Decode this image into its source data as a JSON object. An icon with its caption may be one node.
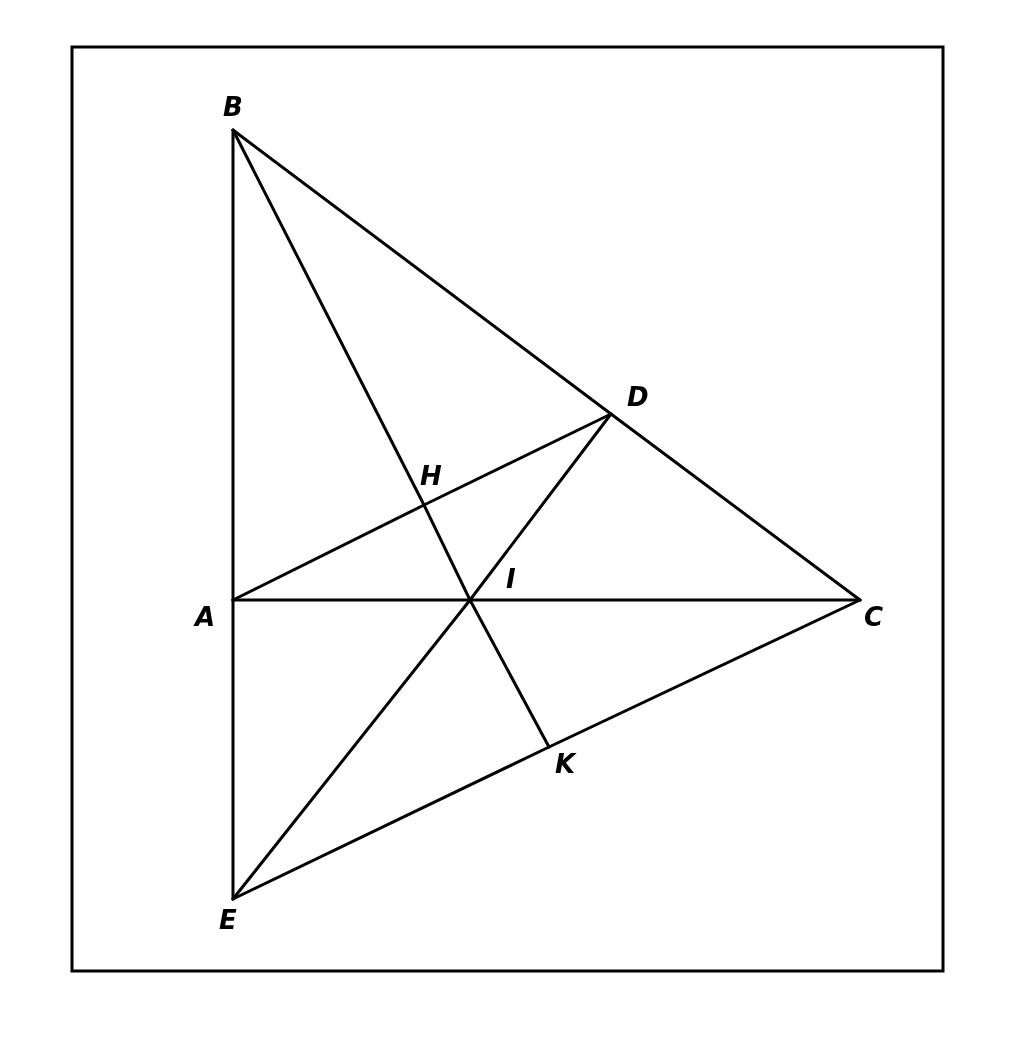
{
  "diagram": {
    "nodes": [
      {
        "text": [
          "B"
        ]
      },
      {
        "text": [
          "D"
        ]
      },
      {
        "text": [
          "H"
        ]
      },
      {
        "text": [
          "I"
        ]
      },
      {
        "text": [
          "A"
        ]
      },
      {
        "text": [
          "C"
        ]
      },
      {
        "text": [
          "K"
        ]
      },
      {
        "text": [
          "E"
        ]
      }
    ],
    "edges": [
      {
        "from": 0,
        "to": 4,
        "arrow": "none"
      },
      {
        "from": 4,
        "to": 7,
        "arrow": "none"
      },
      {
        "from": 0,
        "to": 1,
        "arrow": "none"
      },
      {
        "from": 1,
        "to": 5,
        "arrow": "none"
      },
      {
        "from": 0,
        "to": 2,
        "arrow": "none"
      },
      {
        "from": 2,
        "to": 3,
        "arrow": "none"
      },
      {
        "from": 3,
        "to": 6,
        "arrow": "none"
      },
      {
        "from": 4,
        "to": 2,
        "arrow": "none"
      },
      {
        "from": 2,
        "to": 1,
        "arrow": "none"
      },
      {
        "from": 4,
        "to": 3,
        "arrow": "none"
      },
      {
        "from": 3,
        "to": 5,
        "arrow": "none"
      },
      {
        "from": 1,
        "to": 3,
        "arrow": "none"
      },
      {
        "from": 3,
        "to": 7,
        "arrow": "none"
      },
      {
        "from": 7,
        "to": 6,
        "arrow": "none"
      },
      {
        "from": 6,
        "to": 5,
        "arrow": "none"
      }
    ]
  }
}
